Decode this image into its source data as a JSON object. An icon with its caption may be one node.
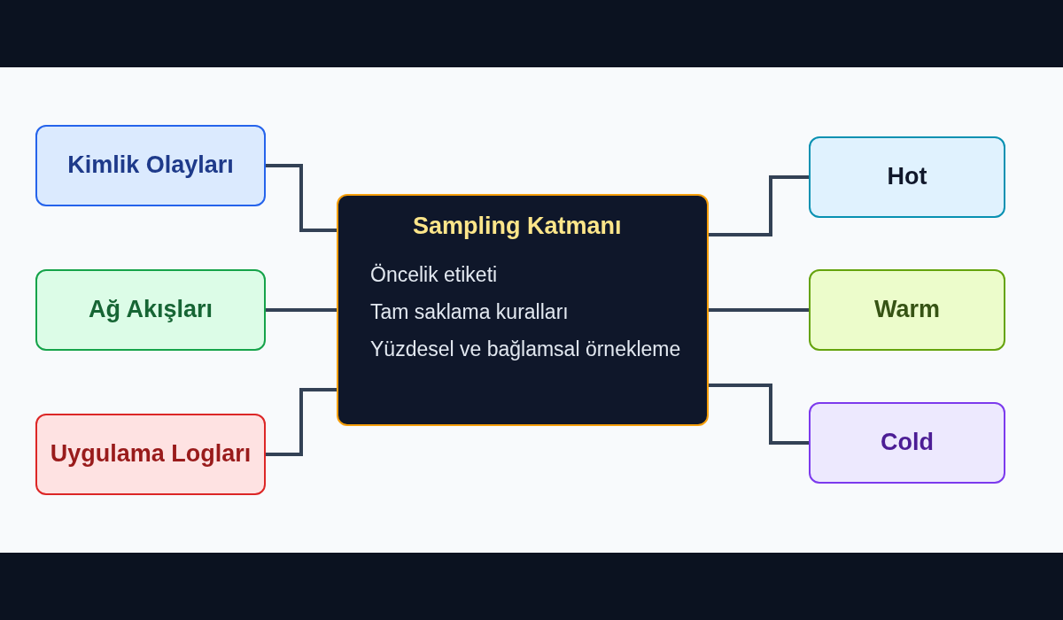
{
  "diagram": {
    "nodes": [
      {
        "text": [
          "Kimlik Olayları"
        ]
      },
      {
        "text": [
          "Ağ Akışları"
        ]
      },
      {
        "text": [
          "Uygulama Logları"
        ]
      },
      {
        "text": [
          "Sampling Katmanı",
          "Öncelik etiketi",
          "Tam saklama kuralları",
          "Yüzdesel ve bağlamsal örnekleme"
        ]
      },
      {
        "text": [
          "Hot"
        ]
      },
      {
        "text": [
          "Warm"
        ]
      },
      {
        "text": [
          "Cold"
        ]
      }
    ],
    "edges": [
      {
        "from": 0,
        "to": 3,
        "arrow": "none"
      },
      {
        "from": 1,
        "to": 3,
        "arrow": "none"
      },
      {
        "from": 2,
        "to": 3,
        "arrow": "none"
      },
      {
        "from": 3,
        "to": 4,
        "arrow": "none"
      },
      {
        "from": 3,
        "to": 5,
        "arrow": "none"
      },
      {
        "from": 3,
        "to": 6,
        "arrow": "none"
      }
    ]
  }
}
